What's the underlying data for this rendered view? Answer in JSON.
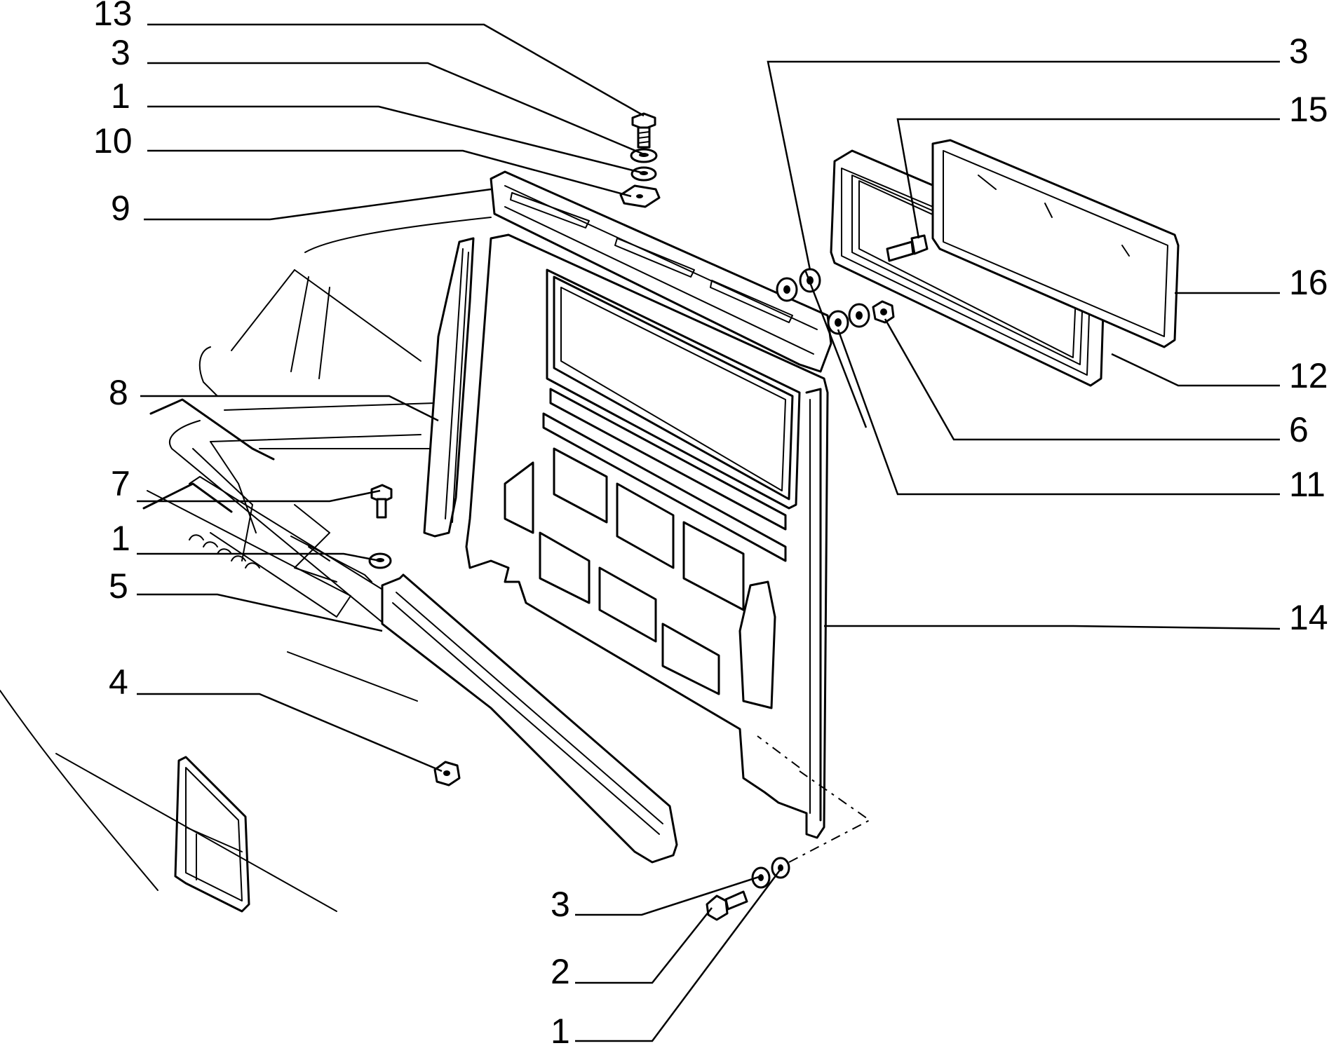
{
  "callouts": {
    "left": [
      "13",
      "3",
      "1",
      "10",
      "9",
      "8",
      "7",
      "1",
      "5",
      "4"
    ],
    "right": [
      "3",
      "15",
      "16",
      "12",
      "6",
      "11",
      "14"
    ],
    "bottom": [
      "3",
      "2",
      "1"
    ]
  }
}
